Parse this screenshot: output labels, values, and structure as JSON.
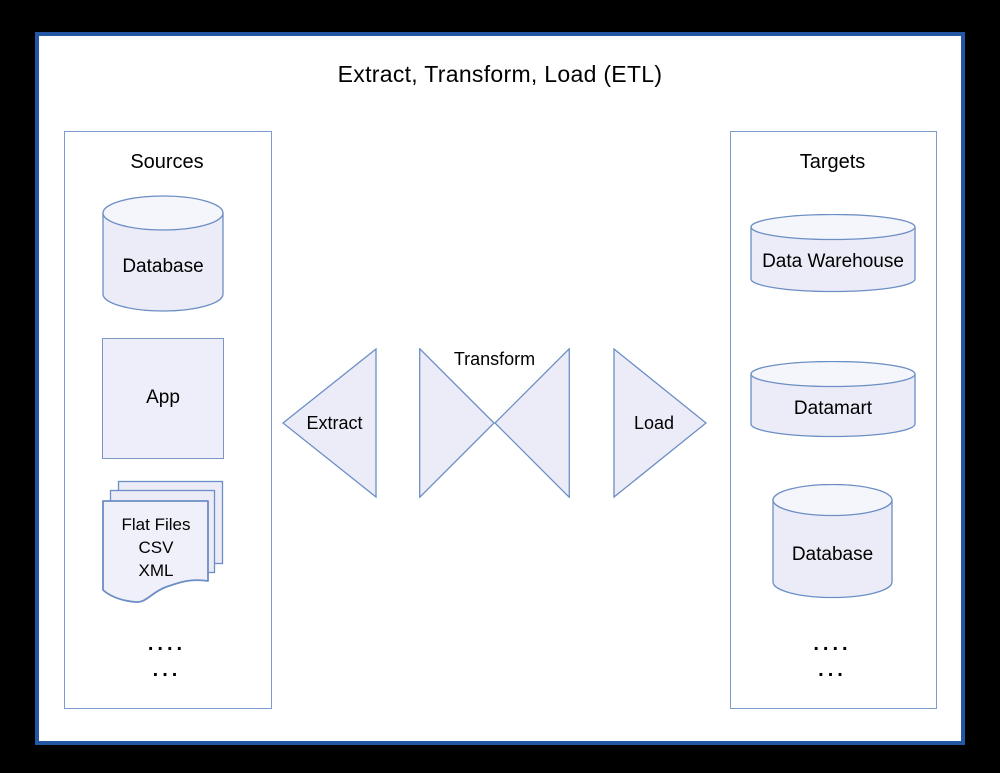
{
  "title": "Extract, Transform, Load (ETL)",
  "sources": {
    "header": "Sources",
    "database_label": "Database",
    "app_label": "App",
    "flat_files": {
      "lines": [
        "Flat Files",
        "CSV",
        "XML"
      ]
    },
    "ellipsis_line1": "....",
    "ellipsis_line2": "..."
  },
  "flow": {
    "extract_label": "Extract",
    "transform_label": "Transform",
    "load_label": "Load"
  },
  "targets": {
    "header": "Targets",
    "data_warehouse_label": "Data Warehouse",
    "datamart_label": "Datamart",
    "database_label": "Database",
    "ellipsis_line1": "....",
    "ellipsis_line2": "..."
  },
  "colors": {
    "canvas_background": "#000000",
    "page_background": "#ffffff",
    "page_border": "#2457a3",
    "container_border": "#7e9cc9",
    "shape_border": "#6b8ec4",
    "shape_fill": "#ececf9",
    "shape_fill_top": "#f5f5fc",
    "text": "#000000"
  }
}
